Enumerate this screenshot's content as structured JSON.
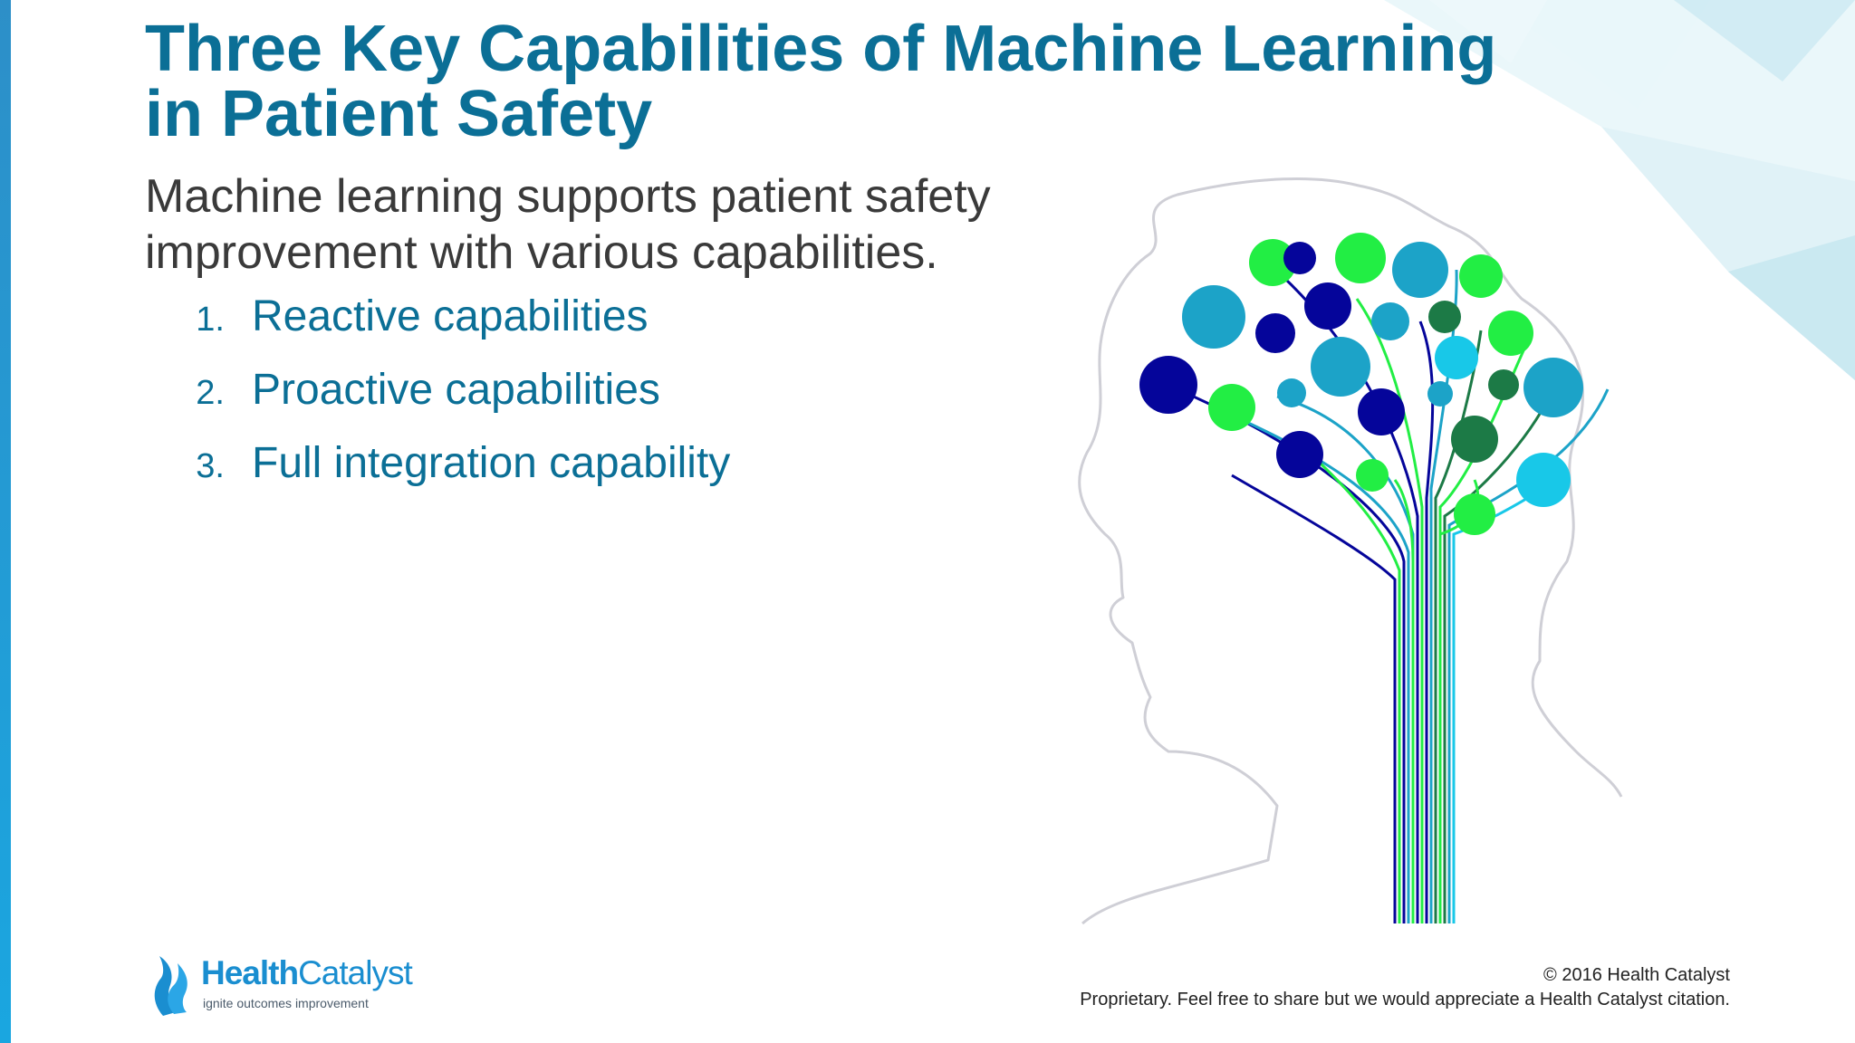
{
  "slide": {
    "title_line1": "Three Key Capabilities of Machine Learning",
    "title_line2": "in Patient Safety",
    "subtitle_line1": "Machine learning supports patient safety",
    "subtitle_line2": "improvement with various capabilities.",
    "capabilities": [
      {
        "number": "1.",
        "label": "Reactive capabilities"
      },
      {
        "number": "2.",
        "label": "Proactive capabilities"
      },
      {
        "number": "3.",
        "label": "Full integration capability"
      }
    ]
  },
  "illustration": {
    "icon": "head-brain-tree-icon",
    "palette": {
      "navy": "#05059a",
      "teal": "#1ca3c8",
      "green": "#22ee44",
      "cyan": "#18c8e8",
      "dark_green": "#1c7a46"
    }
  },
  "brand": {
    "name_part1": "Health",
    "name_part2": "Catalyst",
    "tagline": "ignite outcomes improvement",
    "color": "#1a8ed0",
    "logo_icon": "flame-logo-icon"
  },
  "footer": {
    "copyright": "© 2016 Health Catalyst",
    "notice": "Proprietary. Feel free to share but we would appreciate a Health Catalyst citation."
  },
  "theme": {
    "title_color": "#0b6f96",
    "text_color": "#3a3a3a",
    "accent_bar": "#1aa6e0"
  }
}
